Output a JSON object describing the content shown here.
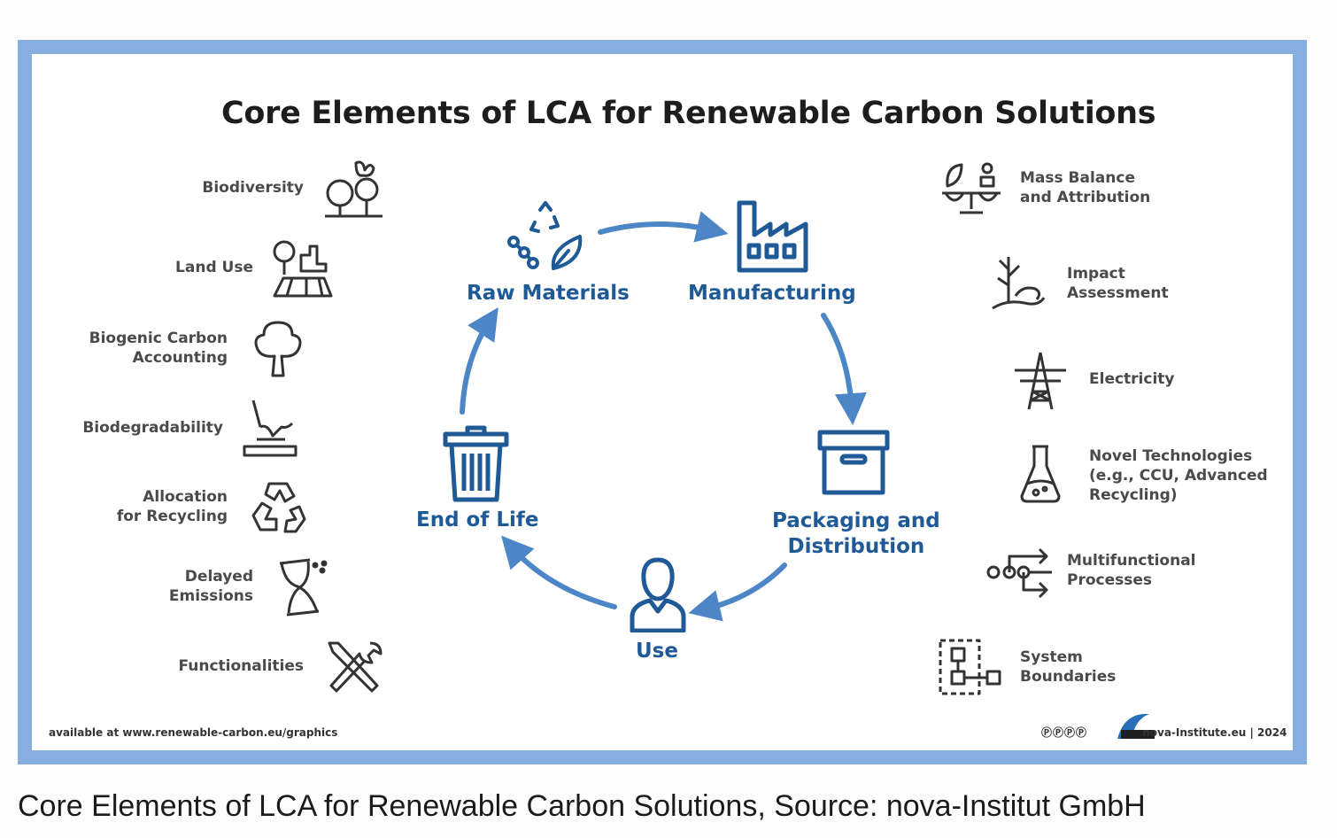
{
  "title": "Core Elements of LCA for Renewable Carbon Solutions",
  "left_items": [
    {
      "label": "Biodiversity",
      "icon": "butterfly-tree-icon"
    },
    {
      "label": "Land Use",
      "icon": "land-use-icon"
    },
    {
      "label": "Biogenic Carbon\nAccounting",
      "icon": "tree-icon"
    },
    {
      "label": "Biodegradability",
      "icon": "sprout-soil-icon"
    },
    {
      "label": "Allocation\nfor Recycling",
      "icon": "recycle-icon"
    },
    {
      "label": "Delayed\nEmissions",
      "icon": "hourglass-icon"
    },
    {
      "label": "Functionalities",
      "icon": "tools-icon"
    }
  ],
  "right_items": [
    {
      "label": "Mass Balance\nand Attribution",
      "icon": "scale-icon"
    },
    {
      "label": "Impact\nAssessment",
      "icon": "impact-icon"
    },
    {
      "label": "Electricity",
      "icon": "pylon-icon"
    },
    {
      "label": "Novel Technologies\n(e.g., CCU, Advanced\nRecycling)",
      "icon": "flask-icon"
    },
    {
      "label": "Multifunctional\nProcesses",
      "icon": "flow-icon"
    },
    {
      "label": "System\nBoundaries",
      "icon": "boundary-icon"
    }
  ],
  "stages": [
    {
      "label": "Raw Materials",
      "icon": "raw-materials-icon"
    },
    {
      "label": "Manufacturing",
      "icon": "factory-icon"
    },
    {
      "label": "Packaging and\nDistribution",
      "icon": "box-icon"
    },
    {
      "label": "Use",
      "icon": "person-icon"
    },
    {
      "label": "End of Life",
      "icon": "trash-icon"
    }
  ],
  "footer": {
    "source": "available at www.renewable-carbon.eu/graphics",
    "credit": "nova-Institute.eu | 2024"
  },
  "caption": "Core Elements of LCA for Renewable Carbon Solutions, Source: nova-Institut GmbH",
  "colors": {
    "frame": "#86aee0",
    "stage_text": "#1f5a96",
    "arrow": "#4d86c6"
  }
}
